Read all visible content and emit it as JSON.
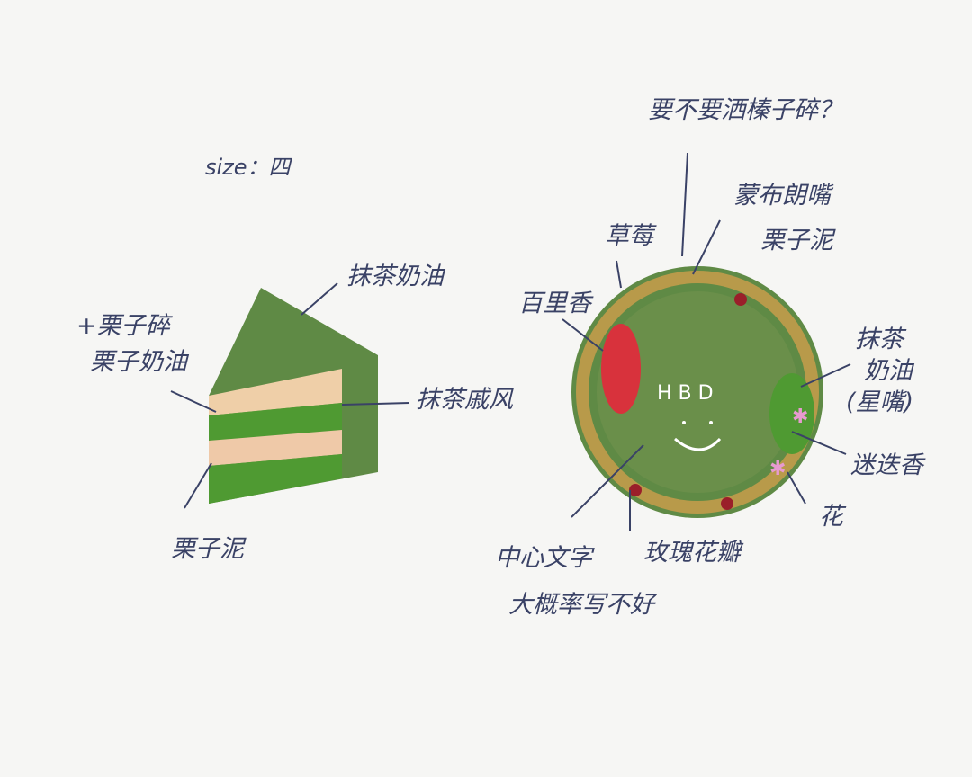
{
  "size_label": "size：四",
  "slice": {
    "top_cream": "抹茶奶油",
    "chestnut_crumbs": "+栗子碎",
    "chestnut_cream": "栗子奶油",
    "chiffon": "抹茶戚风",
    "chestnut_puree": "栗子泥"
  },
  "top_view": {
    "question": "要不要洒榛子碎？",
    "mont_blanc_tip": "蒙布朗嘴",
    "chestnut_puree": "栗子泥",
    "strawberry": "草莓",
    "thyme": "百里香",
    "matcha_cream_1": "抹茶",
    "matcha_cream_2": "奶油",
    "star_tip": "(星嘴)",
    "rosemary": "迷迭香",
    "flower": "花",
    "rose_petals": "玫瑰花瓣",
    "center_text_label": "中心文字",
    "center_text_note": "大概率写不好",
    "center_text": "H B D"
  },
  "colors": {
    "ink": "#3a4266",
    "matcha": "#5f8a45",
    "bright_green": "#4f9a32",
    "cream": "#efc9a8",
    "crust": "#b89a4a",
    "berry": "#d8323c"
  }
}
